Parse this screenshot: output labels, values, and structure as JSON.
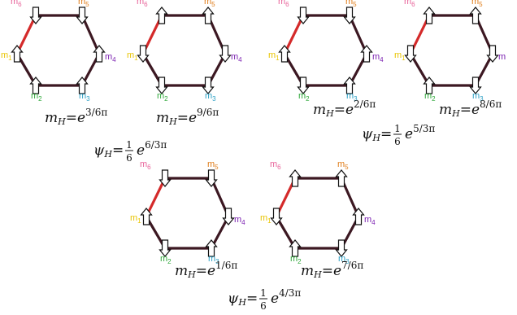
{
  "colors": {
    "edge": "#3c1822",
    "edge_alt": "#d42a2a",
    "arrow_fill": "#ffffff",
    "arrow_stroke": "#111111",
    "m1": "#e8c400",
    "m2": "#2fa83a",
    "m3": "#2b9fc4",
    "m4": "#7a1fb0",
    "m5": "#e07d1a",
    "m6": "#e8639a"
  },
  "site_labels": {
    "m1": "m1",
    "m2": "m2",
    "m3": "m3",
    "m4": "m4",
    "m5": "m5",
    "m6": "m6",
    "m_clipped": "m"
  },
  "hexagons": [
    {
      "mh": "m",
      "sub": "H",
      "eq": "=",
      "base": "e",
      "exp": "3/6π",
      "arrows": {
        "m1": "up",
        "m2": "up",
        "m3": "up",
        "m4": "up",
        "m5": "down",
        "m6": "down"
      }
    },
    {
      "mh": "m",
      "sub": "H",
      "eq": "=",
      "base": "e",
      "exp": "9/6π",
      "arrows": {
        "m1": "down",
        "m2": "down",
        "m3": "down",
        "m4": "down",
        "m5": "up",
        "m6": "up"
      }
    },
    {
      "mh": "m",
      "sub": "H",
      "eq": "=",
      "base": "e",
      "exp": "2/6π",
      "arrows": {
        "m1": "up",
        "m2": "down",
        "m3": "up",
        "m4": "up",
        "m5": "down",
        "m6": "down"
      }
    },
    {
      "mh": "m",
      "sub": "H",
      "eq": "=",
      "base": "e",
      "exp": "8/6π",
      "arrows": {
        "m1": "down",
        "m2": "up",
        "m3": "down",
        "m4": "down",
        "m5": "up",
        "m6": "up"
      }
    },
    {
      "mh": "m",
      "sub": "H",
      "eq": "=",
      "base": "e",
      "exp": "1/6π",
      "arrows": {
        "m1": "up",
        "m2": "down",
        "m3": "up",
        "m4": "down",
        "m5": "down",
        "m6": "down"
      }
    },
    {
      "mh": "m",
      "sub": "H",
      "eq": "=",
      "base": "e",
      "exp": "7/6π",
      "arrows": {
        "m1": "down",
        "m2": "up",
        "m3": "down",
        "m4": "up",
        "m5": "up",
        "m6": "up"
      }
    }
  ],
  "psi": [
    {
      "sym": "ψ",
      "sub": "H",
      "eq": "=",
      "num": "1",
      "den": "6",
      "base": "e",
      "exp": "6/3π"
    },
    {
      "sym": "ψ",
      "sub": "H",
      "eq": "=",
      "num": "1",
      "den": "6",
      "base": "e",
      "exp": "5/3π"
    },
    {
      "sym": "ψ",
      "sub": "H",
      "eq": "=",
      "num": "1",
      "den": "6",
      "base": "e",
      "exp": "4/3π"
    }
  ]
}
